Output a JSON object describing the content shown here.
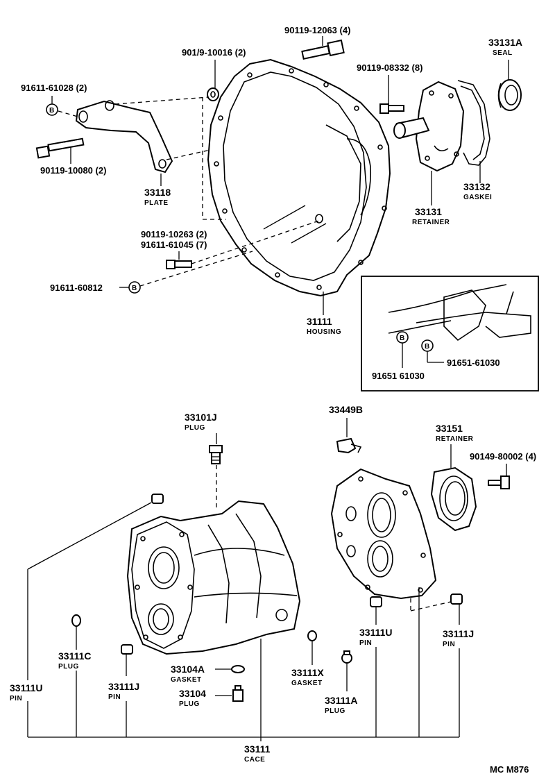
{
  "parts": {
    "p90119_12063": "90119-12063 (4)",
    "p33131a": "33131A",
    "p33131a_name": "SEAL",
    "p90179_10016": "901/9-10016 (2)",
    "p90119_08332": "90119-08332 (8)",
    "p91611_61028": "91611-61028 (2)",
    "p90119_10080": "90119-10080 (2)",
    "p33118": "33118",
    "p33118_name": "PLATE",
    "p33132": "33132",
    "p33132_name": "GASKEI",
    "p33131": "33131",
    "p33131_name": "RETAINER",
    "p90119_10263": "90119-10263 (2)",
    "p91611_61045": "91611-61045 (7)",
    "p91611_60812": "91611-60812",
    "p31111": "31111",
    "p31111_name": "HOUSING",
    "p91651_61030_a": "91651 61030",
    "p91651_61030_b": "91651-61030",
    "p33101j": "33101J",
    "p33101j_name": "PLUG",
    "p33449b": "33449B",
    "p33151": "33151",
    "p33151_name": "RETAINER",
    "p90149_80002": "90149-80002 (4)",
    "p33111c": "33111C",
    "p33111c_name": "PLUG",
    "p33111u_right": "33111U",
    "p33111u_right_name": "PIN",
    "p33111j_right": "33111J",
    "p33111j_right_name": "PIN",
    "p33104a": "33104A",
    "p33104a_name": "GASKET",
    "p33111x": "33111X",
    "p33111x_name": "GASKET",
    "p33111u_left": "33111U",
    "p33111u_left_name": "PIN",
    "p33111j_left": "33111J",
    "p33111j_left_name": "PIN",
    "p33104": "33104",
    "p33104_name": "PLUG",
    "p33111a": "33111A",
    "p33111a_name": "PLUG",
    "p33111": "33111",
    "p33111_name": "CACE"
  },
  "badge_letter": "B",
  "diagram_ref": "MC  M876"
}
